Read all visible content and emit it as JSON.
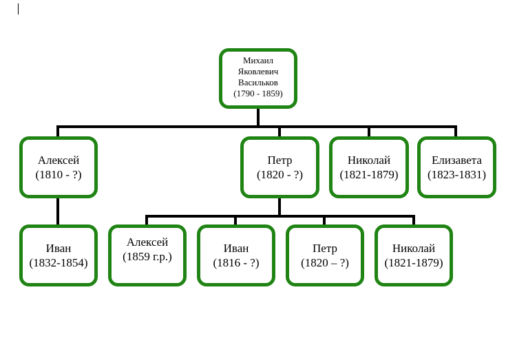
{
  "root": {
    "lines": [
      "Михаил",
      "Яковлевич",
      "Васильков",
      "(1790 - 1859)"
    ]
  },
  "children": [
    {
      "name": "Алексей",
      "dates": "(1810 - ?)"
    },
    {
      "name": "Петр",
      "dates": "(1820 - ?)"
    },
    {
      "name": "Николай",
      "dates": "(1821-1879)"
    },
    {
      "name": "Елизавета",
      "dates": "(1823-1831)"
    }
  ],
  "alexei_children": [
    {
      "name": "Иван",
      "dates": "(1832-1854)"
    }
  ],
  "petr_children": [
    {
      "name": "Алексей",
      "dates": "(1859 г.р.)"
    },
    {
      "name": "Иван",
      "dates": "(1816 - ?)"
    },
    {
      "name": "Петр",
      "dates": "(1820 – ?)"
    },
    {
      "name": "Николай",
      "dates": "(1821-1879)"
    }
  ],
  "colors": {
    "border": "#1f8413",
    "connector": "#000000"
  }
}
